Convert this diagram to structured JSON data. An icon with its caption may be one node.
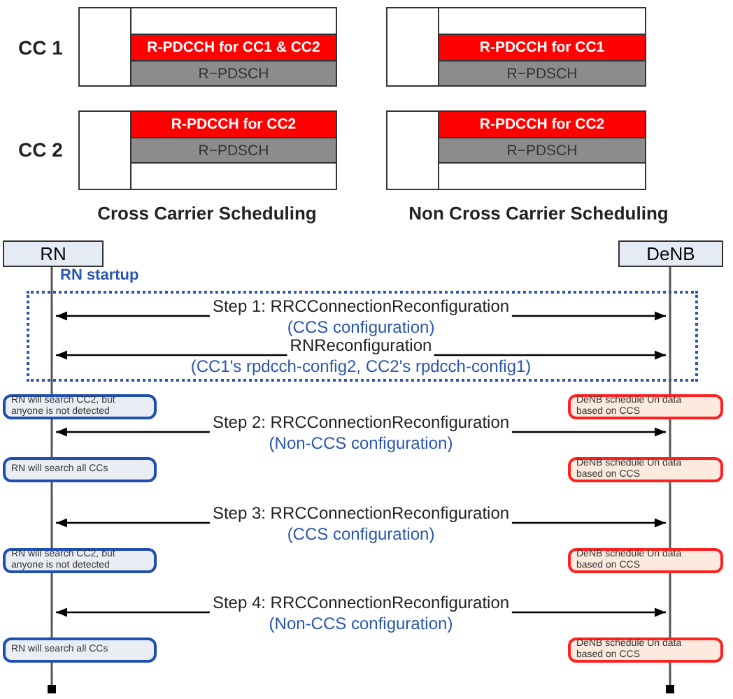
{
  "diagram": {
    "nodes": [
      {
        "text": [],
        "shape": "box"
      },
      {
        "text": [
          "R-PDCCH for CC1 & CC2"
        ],
        "in": 0
      },
      {
        "text": [
          "R−PDSCH"
        ],
        "in": 0
      },
      {
        "text": [],
        "shape": "box"
      },
      {
        "text": [
          "R-PDCCH for CC1"
        ],
        "in": 3
      },
      {
        "text": [
          "R−PDSCH"
        ],
        "in": 3
      },
      {
        "text": [],
        "shape": "box"
      },
      {
        "text": [
          "R-PDCCH for CC2"
        ],
        "in": 6
      },
      {
        "text": [
          "R−PDSCH"
        ],
        "in": 6
      },
      {
        "text": [],
        "shape": "box"
      },
      {
        "text": [
          "R-PDCCH for CC2"
        ],
        "in": 9
      },
      {
        "text": [
          "R−PDSCH"
        ],
        "in": 9
      },
      {
        "text": [
          "RN"
        ]
      },
      {
        "text": [
          "DeNB"
        ]
      },
      {
        "text": [],
        "shape": "line"
      },
      {
        "text": [],
        "shape": "line"
      },
      {
        "text": [
          "RN will search CC2, but anyone is not detected"
        ]
      },
      {
        "text": [
          "DeNB schedule Un data based on CCS"
        ]
      },
      {
        "text": [
          "RN will search all CCs"
        ]
      },
      {
        "text": [
          "DeNB schedule Un data based on CCS"
        ]
      },
      {
        "text": [
          "RN will search CC2, but anyone is not detected"
        ]
      },
      {
        "text": [
          "DeNB schedule Un data based on CCS"
        ]
      },
      {
        "text": [
          "RN will search all CCs"
        ]
      },
      {
        "text": [
          "DeNB schedule Un data based on CCS"
        ]
      }
    ],
    "edges": [
      {
        "from": 14,
        "to": 15,
        "arrow": "both",
        "label": "Step 1: RRCConnectionReconfiguration"
      },
      {
        "from": 14,
        "to": 15,
        "arrow": "both",
        "label": "RNReconfiguration"
      },
      {
        "from": 14,
        "to": 15,
        "arrow": "both",
        "label": "Step 2: RRCConnectionReconfiguration"
      },
      {
        "from": 14,
        "to": 15,
        "arrow": "both",
        "label": "Step 3: RRCConnectionReconfiguration"
      },
      {
        "from": 14,
        "to": 15,
        "arrow": "both",
        "label": "Step 4: RRCConnectionReconfiguration"
      }
    ],
    "labels": [
      "CC 1",
      "CC 2",
      "Cross Carrier Scheduling",
      "Non Cross Carrier Scheduling",
      "RN startup",
      "(CCS configuration)",
      "(CC1's rpdcch-config2, CC2's rpdcch-config1)",
      "(Non-CCS configuration)",
      "(CCS configuration)",
      "(Non-CCS configuration)"
    ]
  }
}
